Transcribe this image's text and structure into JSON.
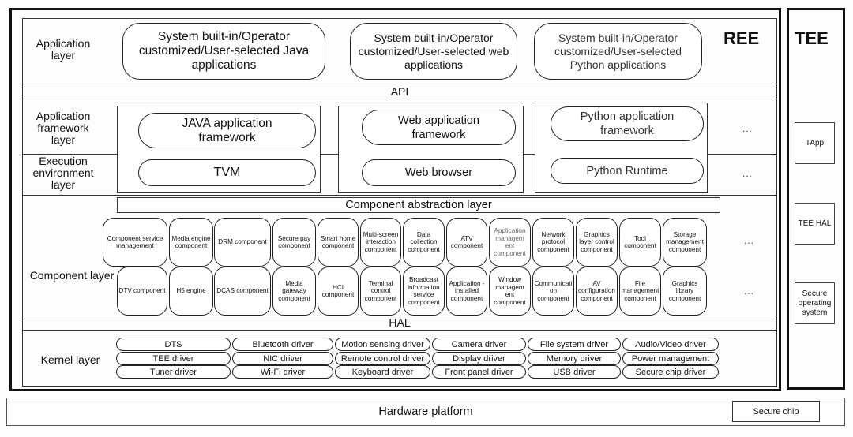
{
  "ree": {
    "title": "REE",
    "application_layer": {
      "label": "Application\nlayer",
      "apps": [
        "System built-in/Operator customized/User-selected Java applications",
        "System built-in/Operator customized/User-selected web applications",
        "System built-in/Operator customized/User-selected Python applications"
      ]
    },
    "api_label": "API",
    "framework_layer": {
      "label": "Application framework layer",
      "items": [
        "JAVA application framework",
        "Web application framework",
        "Python application framework"
      ],
      "more": "..."
    },
    "execution_layer": {
      "label": "Execution environment layer",
      "items": [
        "TVM",
        "Web browser",
        "Python Runtime"
      ],
      "more": "..."
    },
    "component_abstraction_label": "Component abstraction layer",
    "component_layer": {
      "label": "Component layer",
      "row1": [
        "Component service management",
        "Media engine component",
        "DRM component",
        "Secure pay component",
        "Smart home component",
        "Multi-screen interaction component",
        "Data collection component",
        "ATV component",
        "Application managem ent component",
        "Network protocol component",
        "Graphics layer control component",
        "Tool component",
        "Storage management component"
      ],
      "row2": [
        "DTV component",
        "H5 engine",
        "DCAS component",
        "Media gateway component",
        "HCI component",
        "Terminal control component",
        "Broadcast information service component",
        "Application -installed component",
        "Window managem ent component",
        "Communicati on component",
        "AV configuration component",
        "File management component",
        "Graphics library component"
      ],
      "more": "..."
    },
    "hal_label": "HAL",
    "kernel_layer": {
      "label": "Kernel layer",
      "rows": [
        [
          "DTS",
          "Bluetooth driver",
          "Motion sensing driver",
          "Camera driver",
          "File system driver",
          "Audio/Video driver"
        ],
        [
          "TEE driver",
          "NIC driver",
          "Remote control driver",
          "Display driver",
          "Memory driver",
          "Power management"
        ],
        [
          "Tuner driver",
          "Wi-Fi driver",
          "Keyboard driver",
          "Front panel driver",
          "USB driver",
          "Secure chip driver"
        ]
      ]
    }
  },
  "tee": {
    "title": "TEE",
    "items": [
      "TApp",
      "TEE HAL",
      "Secure operating system"
    ]
  },
  "hardware": {
    "label": "Hardware platform",
    "secure_chip": "Secure chip"
  }
}
